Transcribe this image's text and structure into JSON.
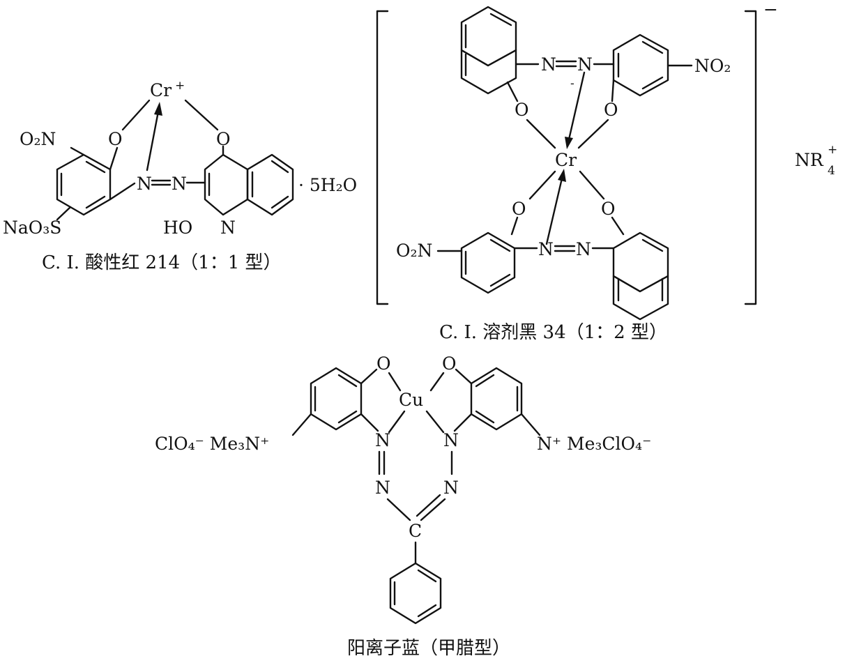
{
  "figure": {
    "structures": [
      {
        "name": "acid-red-214",
        "caption": "C. I. 酸性红 214（1：1 型）",
        "metal": "Cr",
        "metal_charge": "+",
        "labels": {
          "no2": "O₂N",
          "o_left": "O",
          "o_right": "O",
          "azo_n1": "N",
          "azo_n2": "N",
          "sulfo": "NaO₃S",
          "ho": "HO",
          "ring_n": "N"
        }
      },
      {
        "name": "solvent-black-34",
        "caption": "C. I. 溶剂黑 34（1：2 型）",
        "metal": "Cr",
        "charge": "−",
        "counterion": "NR",
        "counterion_sub": "4",
        "counterion_sup": "+",
        "labels": {
          "azo_top_n1": "N",
          "azo_top_n2": "N",
          "no2_top": "NO₂",
          "o_tl": "O",
          "o_tr": "O",
          "o_bl": "O",
          "o_br": "O",
          "no2_bottom": "O₂N",
          "azo_bot_n1": "N",
          "azo_bot_n2": "N",
          "dot": "-"
        }
      },
      {
        "name": "cationic-blue",
        "caption": "阳离子蓝（甲腊型）",
        "metal": "Cu",
        "labels": {
          "o_left": "O",
          "o_right": "O",
          "clo4_left": "ClO₄⁻ Me₃N⁺",
          "n_plus_right": "N⁺ Me₃ClO₄⁻",
          "n1": "N",
          "n2": "N",
          "n3": "N",
          "n4": "N",
          "c": "C"
        }
      }
    ],
    "hydrate": "· 5H₂O"
  }
}
